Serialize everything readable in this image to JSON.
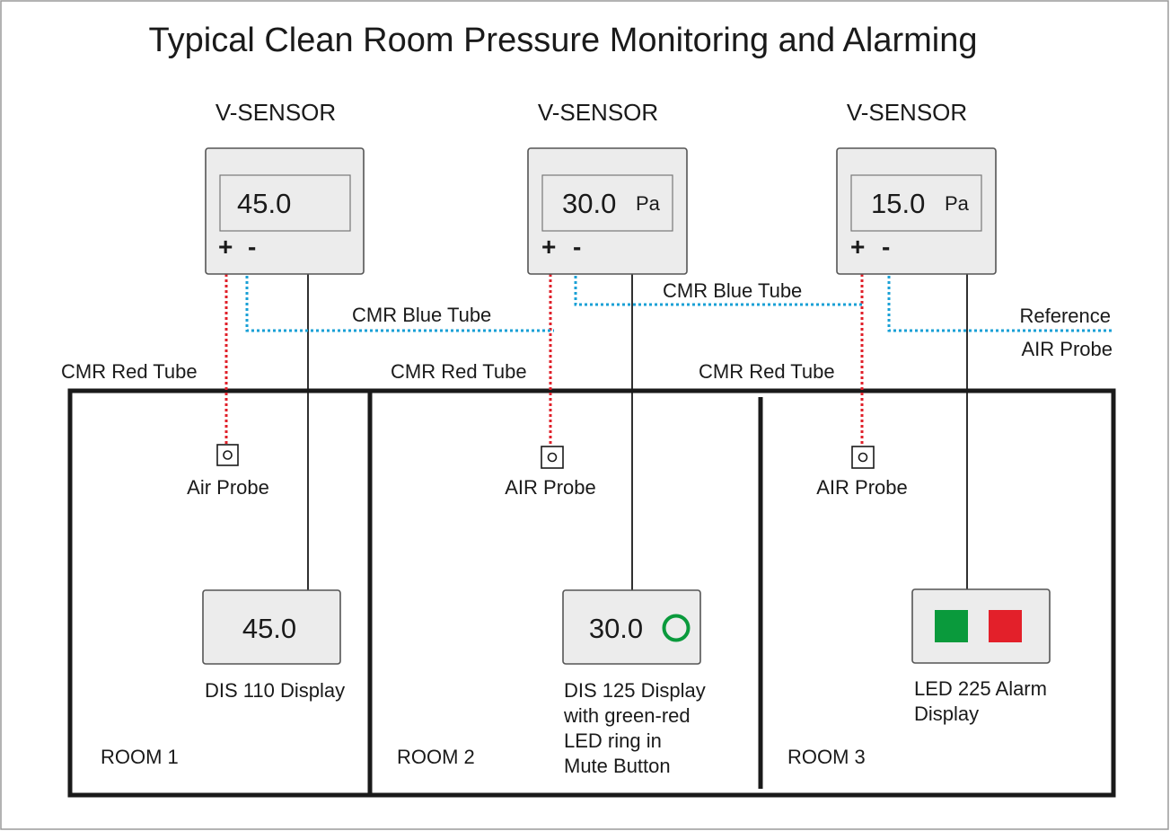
{
  "title": "Typical Clean Room Pressure Monitoring and Alarming",
  "sensors": [
    {
      "label": "V-SENSOR",
      "reading": "45.0",
      "unit": "",
      "plus": "+",
      "minus": "-"
    },
    {
      "label": "V-SENSOR",
      "reading": "30.0",
      "unit": "Pa",
      "plus": "+",
      "minus": "-"
    },
    {
      "label": "V-SENSOR",
      "reading": "15.0",
      "unit": "Pa",
      "plus": "+",
      "minus": "-"
    }
  ],
  "tubes": {
    "blue_1": "CMR Blue Tube",
    "blue_2": "CMR Blue Tube",
    "red_1": "CMR Red Tube",
    "red_2": "CMR Red Tube",
    "red_3": "CMR Red Tube",
    "reference_line1": "Reference",
    "reference_line2": "AIR Probe"
  },
  "probes": [
    "Air Probe",
    "AIR Probe",
    "AIR Probe"
  ],
  "rooms": [
    "ROOM 1",
    "ROOM 2",
    "ROOM 3"
  ],
  "devices": {
    "dis110": {
      "reading": "45.0",
      "label": "DIS 110 Display"
    },
    "dis125": {
      "reading": "30.0",
      "label_lines": [
        "DIS 125 Display",
        "with green-red",
        "LED ring in",
        "Mute Button"
      ]
    },
    "led225": {
      "label_lines": [
        "LED 225 Alarm",
        "Display"
      ]
    }
  },
  "colors": {
    "red_tube": "#e0202a",
    "blue_tube": "#1aa0d6",
    "led_green": "#0a9a3c",
    "led_red": "#e3202a",
    "ring_green": "#0a9a3c"
  }
}
